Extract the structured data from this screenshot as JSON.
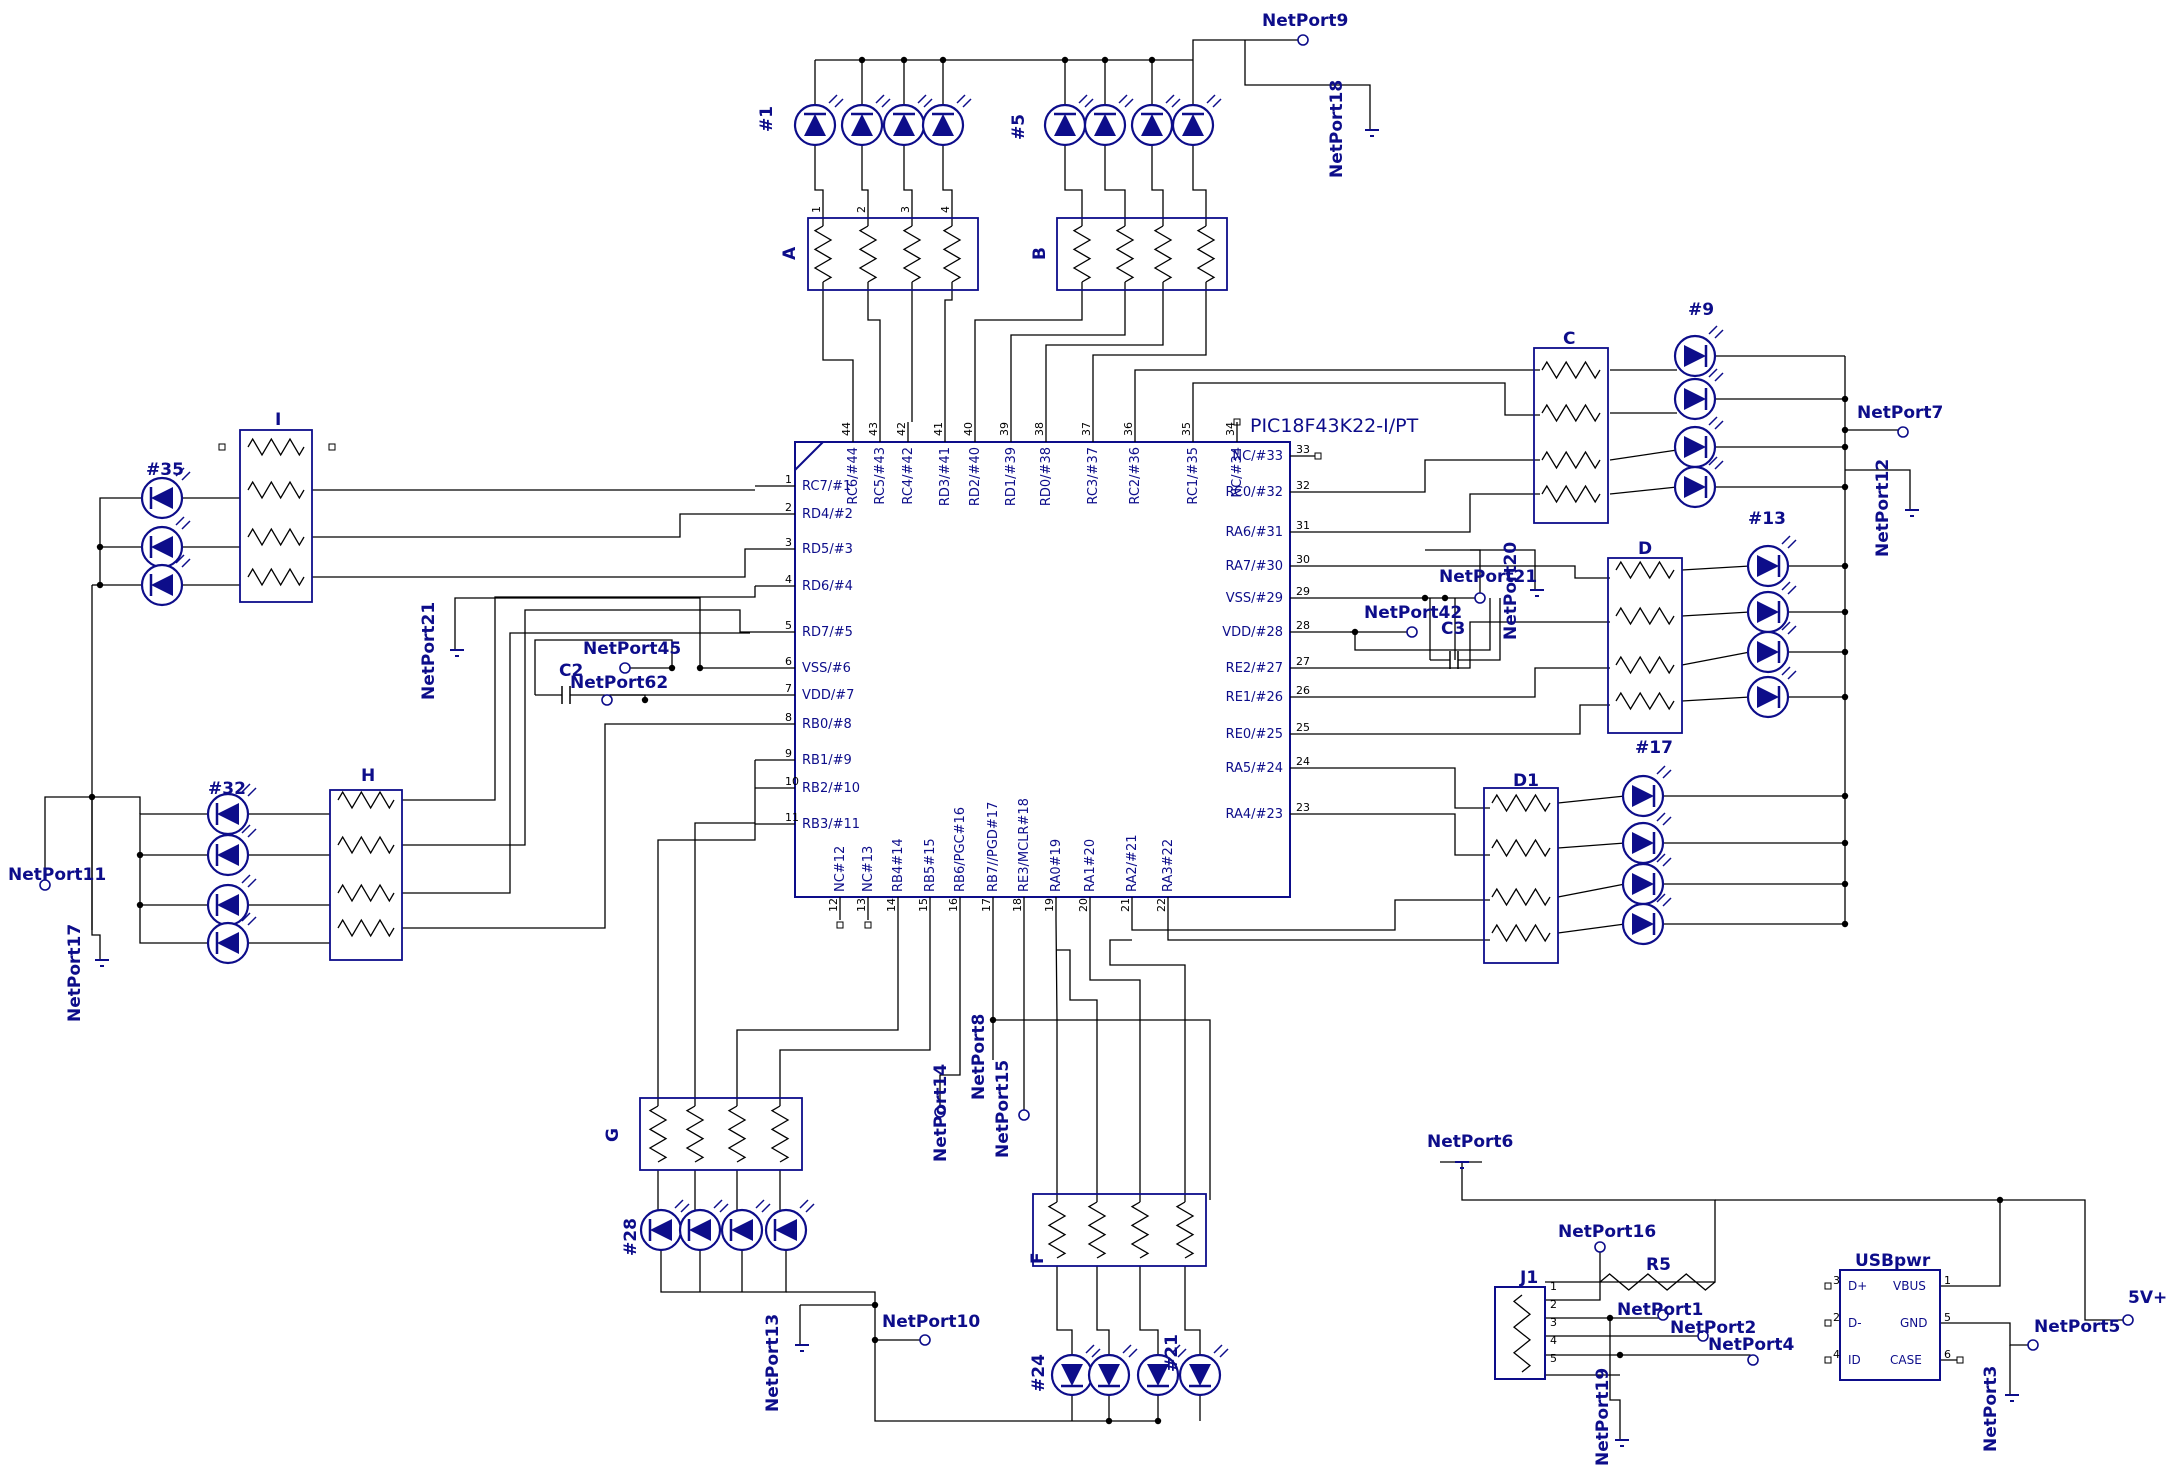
{
  "mcu": {
    "name": "PIC18F43K22-I/PT",
    "left_pins": [
      {
        "label": "RC7/#1",
        "num": "1"
      },
      {
        "label": "RD4/#2",
        "num": "2"
      },
      {
        "label": "RD5/#3",
        "num": "3"
      },
      {
        "label": "RD6/#4",
        "num": "4"
      },
      {
        "label": "RD7/#5",
        "num": "5"
      },
      {
        "label": "VSS/#6",
        "num": "6"
      },
      {
        "label": "VDD/#7",
        "num": "7"
      },
      {
        "label": "RB0/#8",
        "num": "8"
      },
      {
        "label": "RB1/#9",
        "num": "9"
      },
      {
        "label": "RB2/#10",
        "num": "10"
      },
      {
        "label": "RB3/#11",
        "num": "11"
      }
    ],
    "right_pins": [
      {
        "label": "NC/#33",
        "num": "33"
      },
      {
        "label": "RC0/#32",
        "num": "32"
      },
      {
        "label": "RA6/#31",
        "num": "31"
      },
      {
        "label": "RA7/#30",
        "num": "30"
      },
      {
        "label": "VSS/#29",
        "num": "29"
      },
      {
        "label": "VDD/#28",
        "num": "28"
      },
      {
        "label": "RE2/#27",
        "num": "27"
      },
      {
        "label": "RE1/#26",
        "num": "26"
      },
      {
        "label": "RE0/#25",
        "num": "25"
      },
      {
        "label": "RA5/#24",
        "num": "24"
      },
      {
        "label": "RA4/#23",
        "num": "23"
      }
    ],
    "top_pins": [
      {
        "label": "RC6/#44",
        "num": "44"
      },
      {
        "label": "RC5/#43",
        "num": "43"
      },
      {
        "label": "RC4/#42",
        "num": "42"
      },
      {
        "label": "RD3/#41",
        "num": "41"
      },
      {
        "label": "RD2/#40",
        "num": "40"
      },
      {
        "label": "RD1/#39",
        "num": "39"
      },
      {
        "label": "RD0/#38",
        "num": "38"
      },
      {
        "label": "RC3/#37",
        "num": "37"
      },
      {
        "label": "RC2/#36",
        "num": "36"
      },
      {
        "label": "RC1/#35",
        "num": "35"
      },
      {
        "label": "NC/#34",
        "num": "34"
      }
    ],
    "bottom_pins": [
      {
        "label": "NC#12",
        "num": "12"
      },
      {
        "label": "NC#13",
        "num": "13"
      },
      {
        "label": "RB4#14",
        "num": "14"
      },
      {
        "label": "RB5#15",
        "num": "15"
      },
      {
        "label": "RB6/PGC#16",
        "num": "16"
      },
      {
        "label": "RB7//PGD#17",
        "num": "17"
      },
      {
        "label": "RE3/MCLR#18",
        "num": "18"
      },
      {
        "label": "RA0#19",
        "num": "19"
      },
      {
        "label": "RA1#20",
        "num": "20"
      },
      {
        "label": "RA2/#21",
        "num": "21"
      },
      {
        "label": "RA3#22",
        "num": "22"
      }
    ]
  },
  "resistor_arrays": {
    "A": "A",
    "B": "B",
    "C": "C",
    "D": "D",
    "D1": "D1",
    "F": "F",
    "G": "G",
    "H": "H",
    "I": "I"
  },
  "led_groups": {
    "g1": "#1",
    "g5": "#5",
    "g9": "#9",
    "g13": "#13",
    "g17": "#17",
    "g21": "#21",
    "g24": "#24",
    "g28": "#28",
    "g32": "#32",
    "g35": "#35"
  },
  "netports": {
    "np9": "NetPort9",
    "np18": "NetPort18",
    "np7": "NetPort7",
    "np12": "NetPort12",
    "np20": "NetPort20",
    "np21r": "NetPort21",
    "np42": "NetPort42",
    "np21l": "NetPort21",
    "np45": "NetPort45",
    "np62": "NetPort62",
    "np11": "NetPort11",
    "np17": "NetPort17",
    "np8": "NetPort8",
    "np14": "NetPort14",
    "np15": "NetPort15",
    "np10": "NetPort10",
    "np13": "NetPort13",
    "np6": "NetPort6",
    "np16": "NetPort16",
    "np1": "NetPort1",
    "np2": "NetPort2",
    "np4": "NetPort4",
    "np19": "NetPort19",
    "np5": "NetPort5",
    "np3": "NetPort3",
    "v5": "5V+"
  },
  "caps": {
    "c2": "C2",
    "c3": "C3"
  },
  "r5": "R5",
  "j1": {
    "name": "J1",
    "pins": [
      "1",
      "2",
      "3",
      "4",
      "5"
    ]
  },
  "usb": {
    "name": "USBpwr",
    "left": [
      "D+",
      "D-",
      "ID"
    ],
    "right": [
      "VBUS",
      "GND",
      "CASE"
    ],
    "left_nums": [
      "3",
      "2",
      "4"
    ],
    "right_nums": [
      "1",
      "5",
      "6"
    ]
  },
  "colors": {
    "ink": "#0d0d8a",
    "wire": "#000000",
    "led_fill": "#0d0d8a"
  }
}
